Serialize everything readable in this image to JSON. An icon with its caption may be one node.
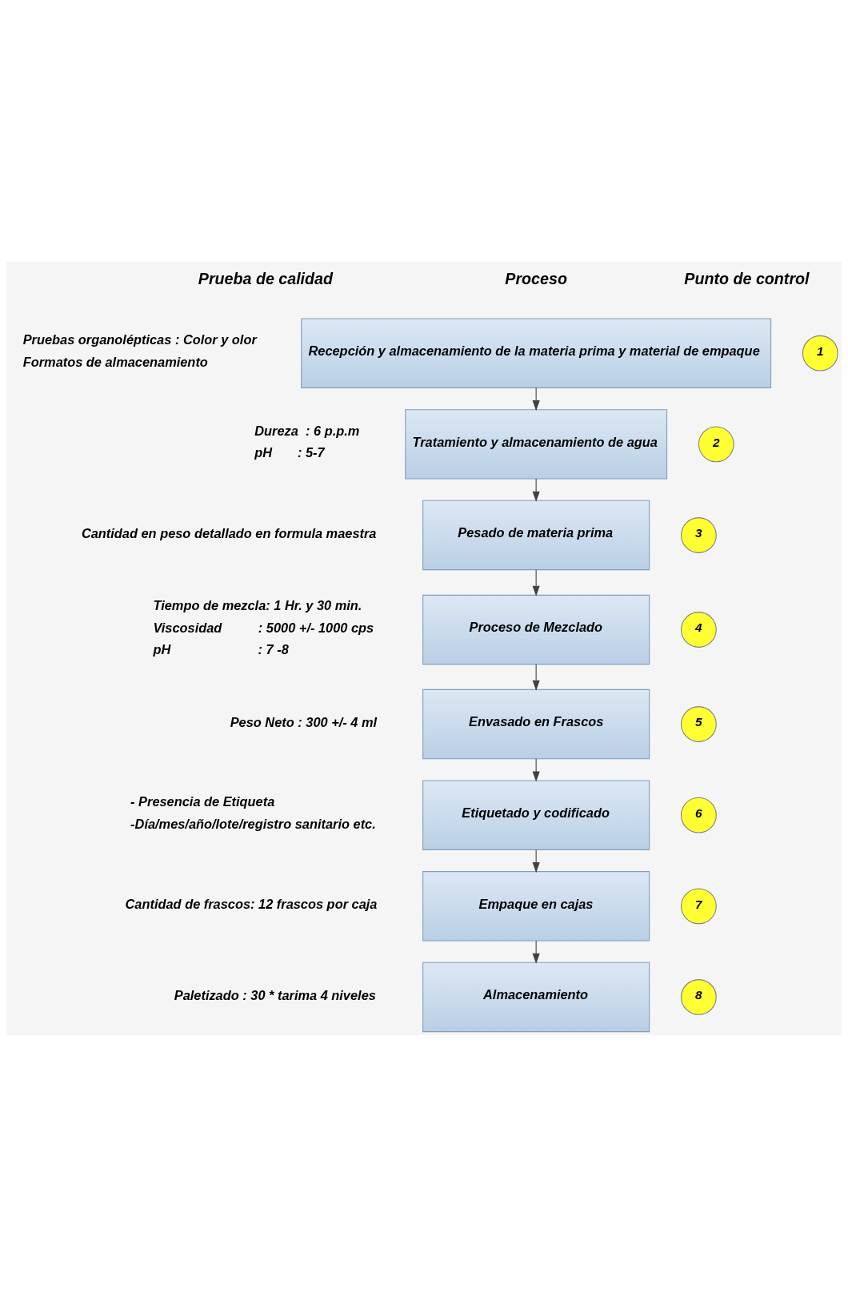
{
  "diagram": {
    "nodes": [
      {
        "text": [
          "Recepción y almacenamiento de la materia prima y material de empaque"
        ],
        "beside": [
          "Pruebas organolépticas : Color y olor",
          "Formatos de almacenamiento"
        ]
      },
      {
        "text": [
          "1"
        ]
      },
      {
        "text": [
          "Tratamiento y almacenamiento de agua"
        ],
        "beside": [
          "Dureza  : 6 p.p.m",
          "pH       : 5-7"
        ]
      },
      {
        "text": [
          "2"
        ]
      },
      {
        "text": [
          "Pesado de materia prima"
        ],
        "beside": [
          "Cantidad en peso detallado en formula maestra"
        ]
      },
      {
        "text": [
          "3"
        ]
      },
      {
        "text": [
          "Proceso de Mezclado"
        ],
        "beside": [
          "Tiempo de mezcla: 1 Hr. y 30 min.",
          "Viscosidad          : 5000 +/- 1000 cps",
          "pH                        : 7 -8"
        ]
      },
      {
        "text": [
          "4"
        ]
      },
      {
        "text": [
          "Envasado en Frascos"
        ],
        "beside": [
          "Peso Neto : 300 +/- 4 ml"
        ]
      },
      {
        "text": [
          "5"
        ]
      },
      {
        "text": [
          "Etiquetado y codificado"
        ],
        "beside": [
          "- Presencia de Etiqueta",
          "-Día/mes/año/lote/registro sanitario etc."
        ]
      },
      {
        "text": [
          "6"
        ]
      },
      {
        "text": [
          "Empaque en cajas"
        ],
        "beside": [
          "Cantidad de frascos: 12 frascos por caja"
        ]
      },
      {
        "text": [
          "7"
        ]
      },
      {
        "text": [
          "Almacenamiento"
        ],
        "beside": [
          "Paletizado : 30 * tarima 4 niveles"
        ]
      },
      {
        "text": [
          "8"
        ]
      }
    ],
    "edges": [
      {
        "from": 0,
        "to": 2,
        "arrow": "to"
      },
      {
        "from": 2,
        "to": 4,
        "arrow": "to"
      },
      {
        "from": 4,
        "to": 6,
        "arrow": "to"
      },
      {
        "from": 6,
        "to": 8,
        "arrow": "to"
      },
      {
        "from": 8,
        "to": 10,
        "arrow": "to"
      },
      {
        "from": 10,
        "to": 12,
        "arrow": "to"
      },
      {
        "from": 12,
        "to": 14,
        "arrow": "to"
      }
    ],
    "labels": [
      "Prueba de calidad",
      "Proceso",
      "Punto de control"
    ]
  }
}
